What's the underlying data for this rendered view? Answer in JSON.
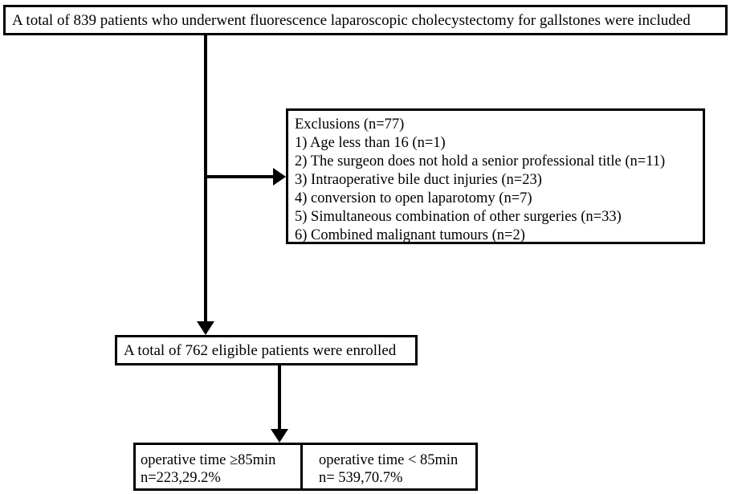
{
  "boxes": {
    "top": "A total of 839 patients who underwent fluorescence laparoscopic cholecystectomy for gallstones were included",
    "exclusions": {
      "title": "Exclusions (n=77)",
      "items": [
        "1) Age less than 16 (n=1)",
        "2) The surgeon does not hold a senior professional title (n=11)",
        "3) Intraoperative bile duct injuries (n=23)",
        "4) conversion to open laparotomy (n=7)",
        "5) Simultaneous combination of other surgeries (n=33)",
        "6) Combined malignant tumours (n=2)"
      ]
    },
    "enrolled": "A total of 762 eligible patients were enrolled",
    "long_group": {
      "line1": "operative time ≥85min",
      "line2": "n=223,29.2%"
    },
    "short_group": {
      "line1": "operative time < 85min",
      "line2": "n= 539,70.7%"
    }
  },
  "colors": {
    "line": "#000000",
    "background": "#ffffff"
  }
}
